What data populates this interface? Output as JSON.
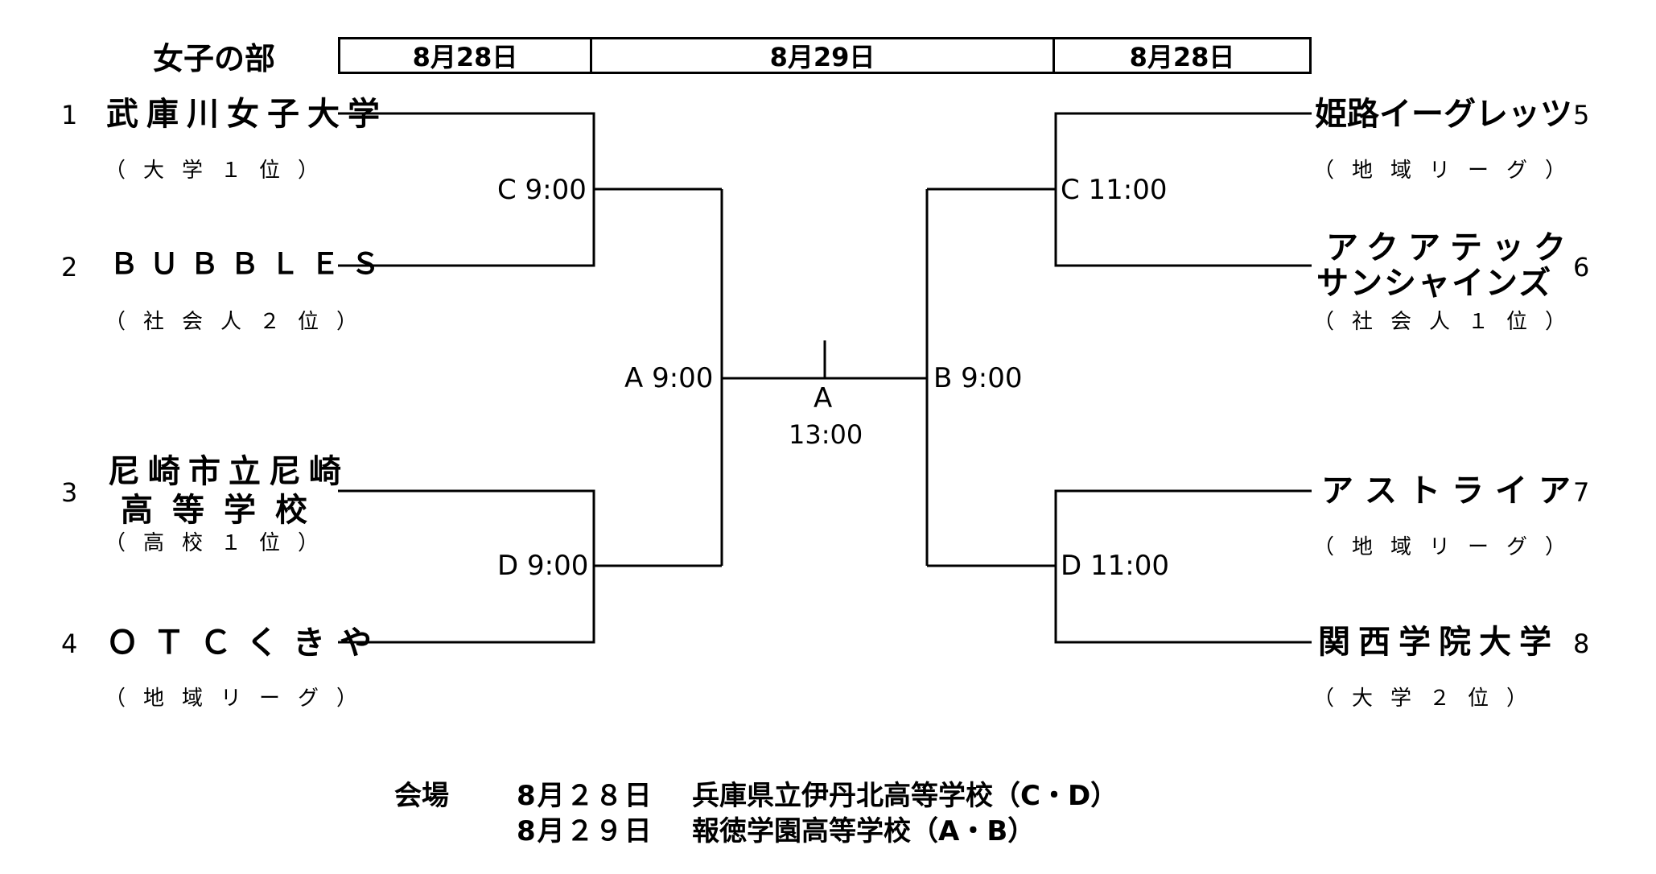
{
  "section_title": "女子の部",
  "dates": [
    "8月28日",
    "8月29日",
    "8月28日"
  ],
  "teams": [
    {
      "number": "1",
      "name": "武庫川女子大学",
      "category": "（大学１位）"
    },
    {
      "number": "2",
      "name": "ＢＵＢＢＬＥＳ",
      "category": "（社会人２位）"
    },
    {
      "number": "3",
      "name_lines": [
        "尼崎市立尼崎",
        "高等学校"
      ],
      "category": "（高校１位）"
    },
    {
      "number": "4",
      "name": "ＯＴＣくきや",
      "category": "（地域リーグ）"
    },
    {
      "number": "5",
      "name": "姫路イーグレッツ",
      "category": "（地域リーグ）"
    },
    {
      "number": "6",
      "name_lines": [
        "アクアテック",
        "サンシャインズ"
      ],
      "category": "（社会人１位）"
    },
    {
      "number": "7",
      "name": "アストライア",
      "category": "（地域リーグ）"
    },
    {
      "number": "8",
      "name": "関西学院大学",
      "category": "（大学２位）"
    }
  ],
  "matches": {
    "left_top": "C 9:00",
    "left_bottom": "D 9:00",
    "left_semi": "A 9:00",
    "right_top": "C 11:00",
    "right_bottom": "D 11:00",
    "right_semi": "B 9:00",
    "final_court": "A",
    "final_time": "13:00"
  },
  "venue": {
    "label": "会場",
    "lines": [
      {
        "date": "8月２８日",
        "place": "兵庫県立伊丹北高等学校（C・D）"
      },
      {
        "date": "8月２９日",
        "place": "報徳学園高等学校（A・B）"
      }
    ]
  }
}
